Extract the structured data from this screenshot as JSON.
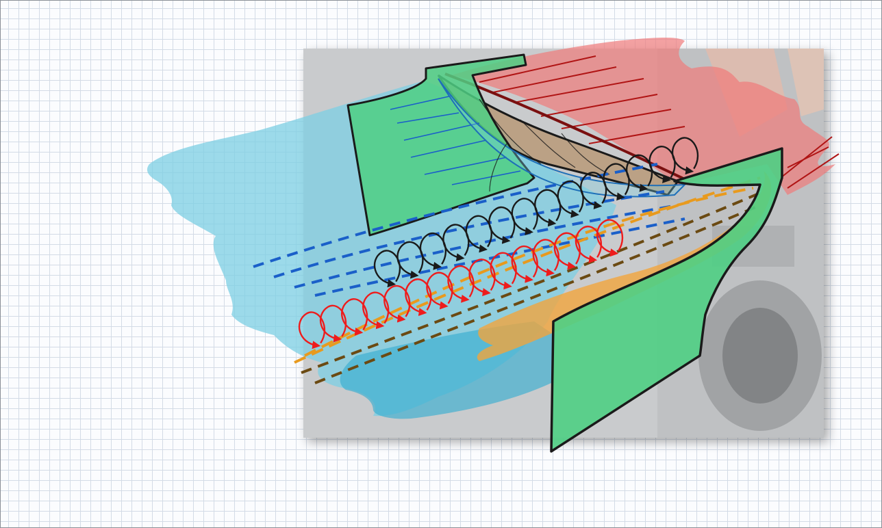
{
  "diagram": {
    "kind": "aerodynamic-flow-sketch",
    "grid": true,
    "colors": {
      "grid_line": "#d3dbe6",
      "background": "#fbfcfe",
      "photo_tint": "#c9cbcd",
      "upstream_air": "#7ccfe3",
      "outwash_air": "#ef7b7b",
      "endplate": "#4fcf84",
      "flap": "#b89a78",
      "vortex_upper": "#1a1a1a",
      "vortex_lower": "#ee1c1c",
      "low_pressure_flow": "#f3a43a",
      "streamline_blue": "#1a5fc9",
      "streamline_orange": "#e89a1e",
      "streamline_brown": "#6b4a12"
    },
    "vortices": {
      "upper_count": 14,
      "lower_count": 15
    }
  }
}
